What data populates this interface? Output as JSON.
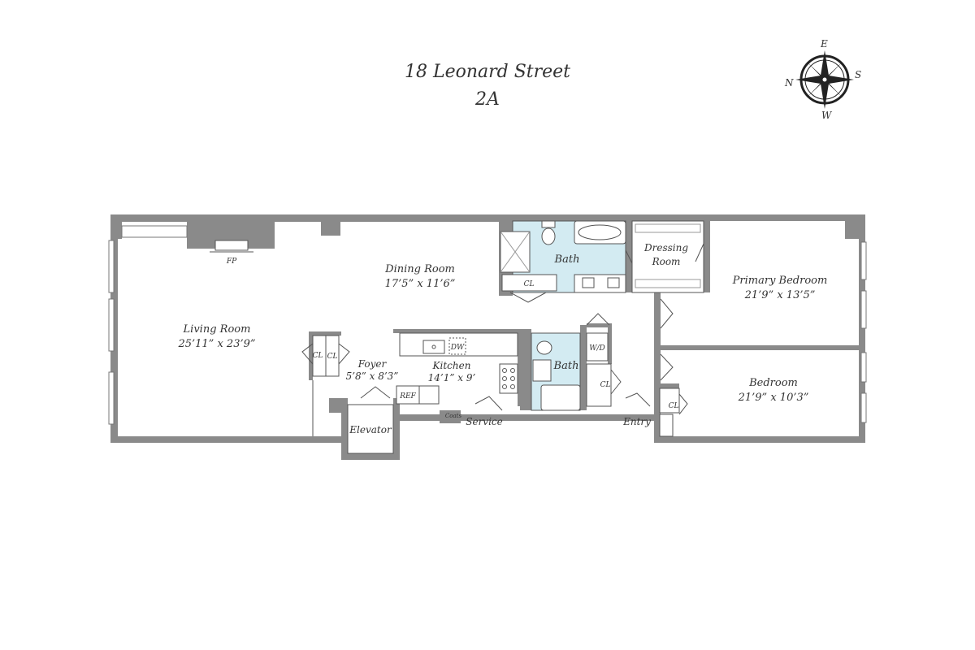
{
  "header": {
    "address": "18 Leonard Street",
    "unit": "2A"
  },
  "compass": {
    "north": "N",
    "east": "E",
    "south": "S",
    "west": "W"
  },
  "rooms": {
    "living": {
      "name": "Living Room",
      "dims": "25’11” x 23’9”"
    },
    "dining": {
      "name": "Dining Room",
      "dims": "17’5” x 11’6”"
    },
    "kitchen": {
      "name": "Kitchen",
      "dims": "14’1” x 9’"
    },
    "foyer": {
      "name": "Foyer",
      "dims": "5’8” x 8’3”"
    },
    "primary_bedroom": {
      "name": "Primary Bedroom",
      "dims": "21’9” x 13’5”"
    },
    "bedroom": {
      "name": "Bedroom",
      "dims": "21’9” x 10’3”"
    },
    "bath_primary": {
      "name": "Bath"
    },
    "bath_hall": {
      "name": "Bath"
    },
    "dressing": {
      "line1": "Dressing",
      "line2": "Room"
    },
    "elevator": {
      "name": "Elevator"
    }
  },
  "fixtures": {
    "fp": "FP",
    "cl": "CL",
    "dw": "DW",
    "ref": "REF",
    "wd": "W/D",
    "coats": "Coats"
  },
  "labels": {
    "service": "Service",
    "entry": "Entry"
  },
  "colors": {
    "wall": "#8a8a8a",
    "bath_fill": "#d3ebf2",
    "line": "#555555"
  }
}
